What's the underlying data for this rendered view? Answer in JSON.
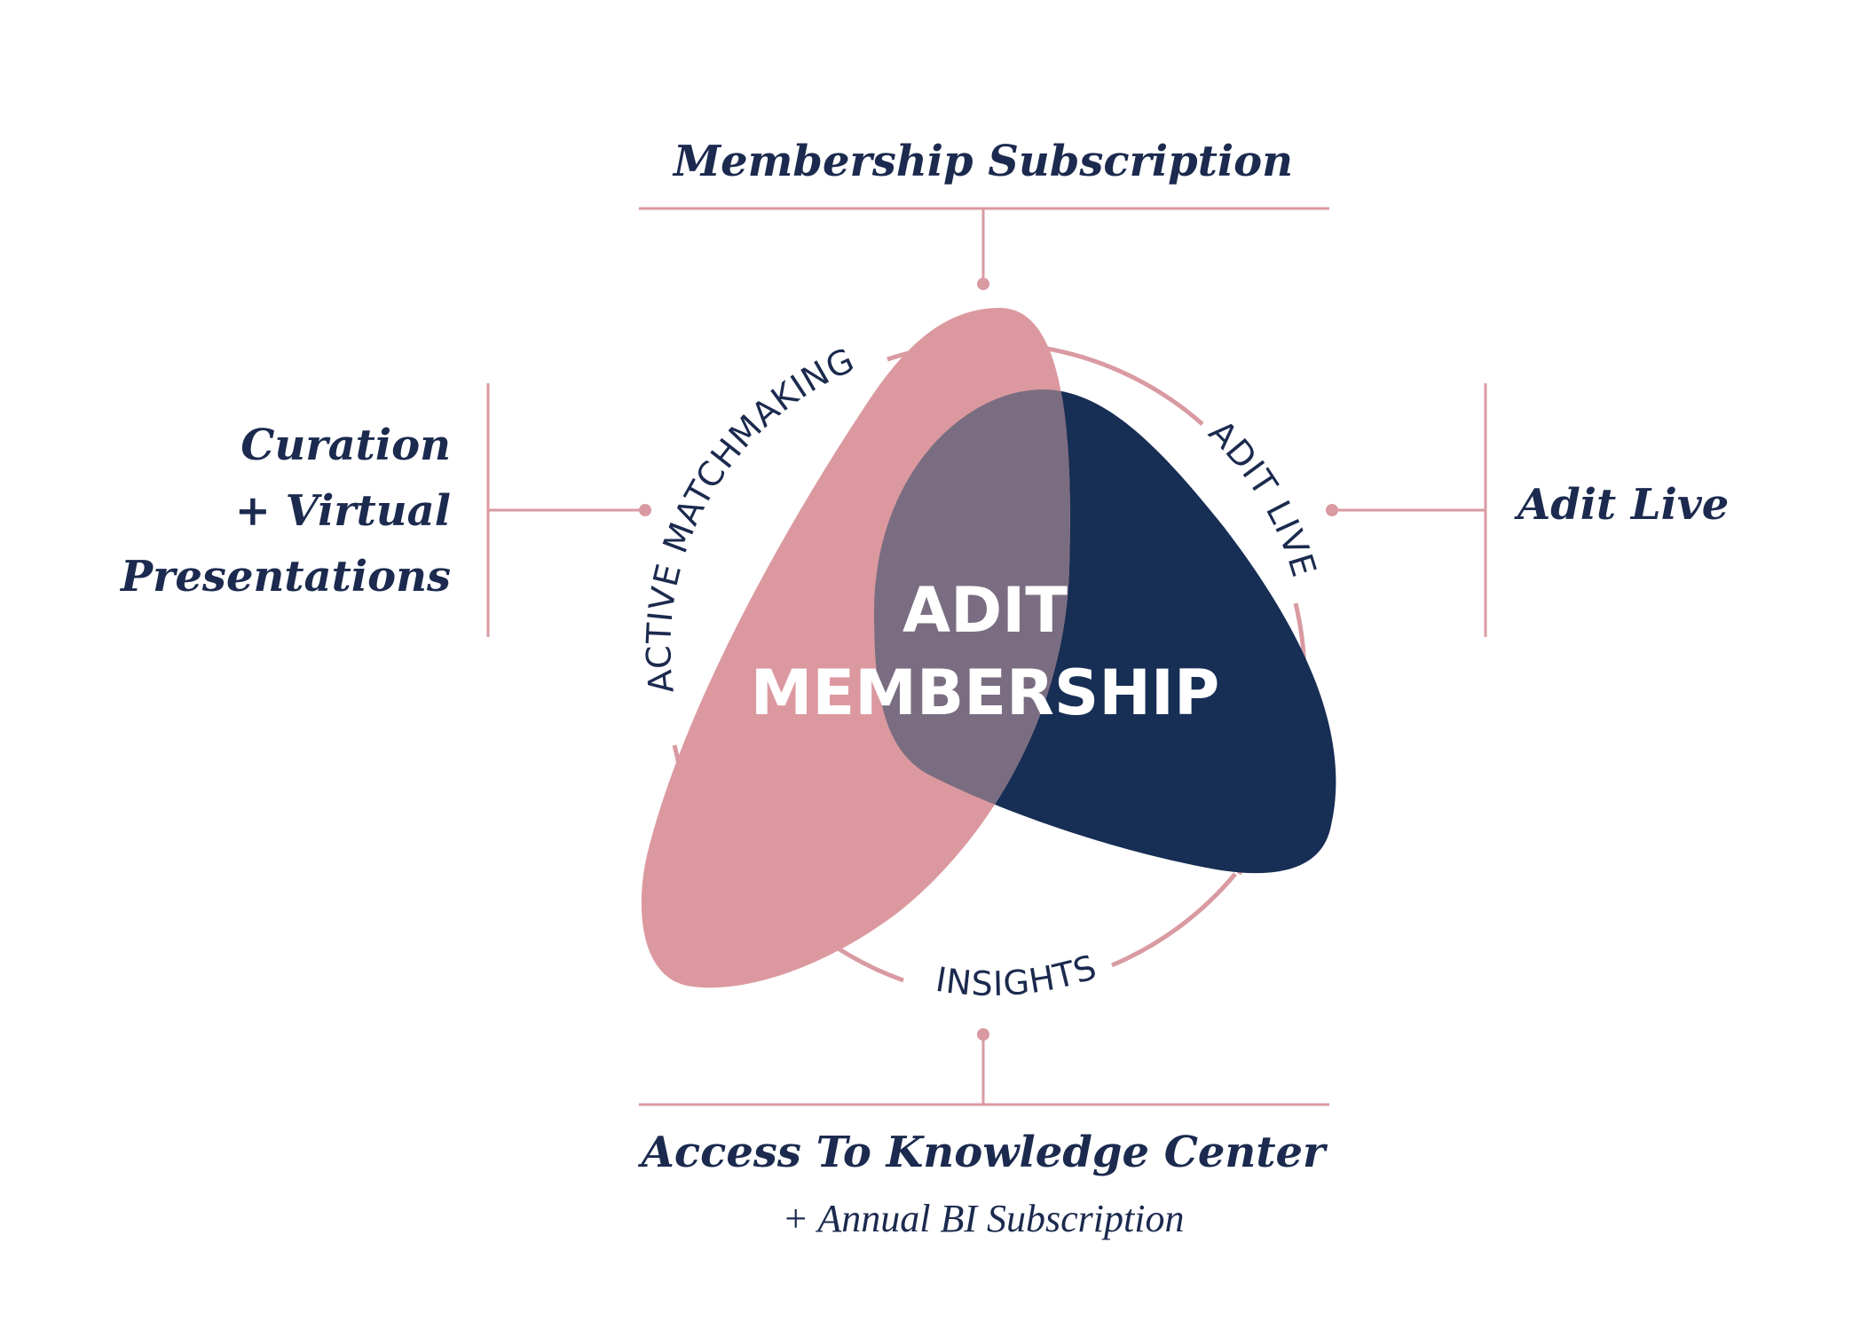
{
  "center": {
    "line1": "ADIT",
    "line2": "MEMBERSHIP"
  },
  "ring_labels": {
    "active_matchmaking": "ACTIVE MATCHMAKING",
    "adit_live": "ADIT LIVE",
    "insights": "INSIGHTS"
  },
  "callouts": {
    "top": "Membership Subscription",
    "left_line1": "Curation",
    "left_line2": "+ Virtual",
    "left_line3": "Presentations",
    "right": "Adit Live",
    "bottom_title": "Access To Knowledge Center",
    "bottom_subtitle": "+ Annual BI Subscription"
  },
  "colors": {
    "pink": "#db999f",
    "navy": "#172e55",
    "overlap": "#7b6d81",
    "text": "#1b2a4e",
    "line": "#d99aa2"
  }
}
